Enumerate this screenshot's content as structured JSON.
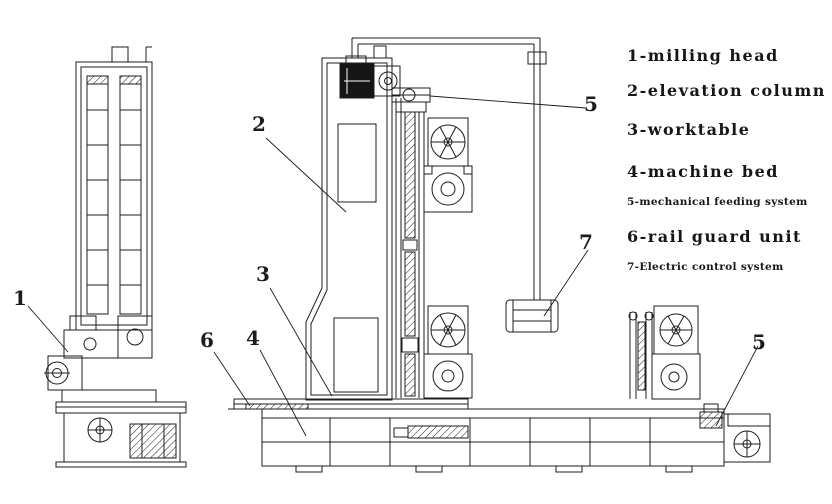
{
  "figure": {
    "type": "engineering line drawing",
    "subject": "milling machine - two orthographic views with numbered part callouts"
  },
  "callouts": {
    "n1": "1",
    "n2": "2",
    "n3": "3",
    "n4": "4",
    "n5_top": "5",
    "n5_right": "5",
    "n6": "6",
    "n7": "7"
  },
  "legend": {
    "items": [
      {
        "text": "1-milling head"
      },
      {
        "text": "2-elevation column"
      },
      {
        "text": "3-worktable"
      },
      {
        "text": "4-machine bed"
      },
      {
        "text": "5-mechanical feeding system"
      },
      {
        "text": "6-rail guard unit"
      },
      {
        "text": "7-Electric control system"
      }
    ]
  },
  "colors": {
    "ink": "#1c1c1c",
    "background": "#ffffff"
  }
}
